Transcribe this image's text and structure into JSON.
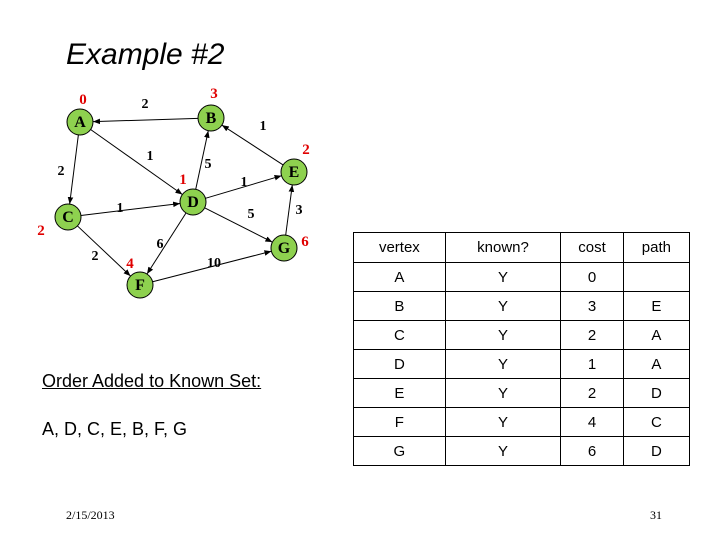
{
  "slide": {
    "title": "Example #2",
    "order_heading": "Order Added to Known Set:",
    "order_list": "A, D, C, E, B, F, G",
    "footer_date": "2/15/2013",
    "footer_page": "31"
  },
  "graph": {
    "node_color": "#8ed14f",
    "cost_color": "#e00000",
    "nodes": [
      {
        "id": "A",
        "cost": "0"
      },
      {
        "id": "B",
        "cost": "3"
      },
      {
        "id": "C",
        "cost": "2"
      },
      {
        "id": "D",
        "cost": "1"
      },
      {
        "id": "E",
        "cost": "2"
      },
      {
        "id": "F",
        "cost": "4"
      },
      {
        "id": "G",
        "cost": "6"
      }
    ],
    "edges": [
      {
        "from": "B",
        "to": "A",
        "weight": "2"
      },
      {
        "from": "A",
        "to": "C",
        "weight": "2"
      },
      {
        "from": "A",
        "to": "D",
        "weight": "1"
      },
      {
        "from": "D",
        "to": "B",
        "weight": "5"
      },
      {
        "from": "E",
        "to": "B",
        "weight": "1"
      },
      {
        "from": "C",
        "to": "D",
        "weight": "1"
      },
      {
        "from": "D",
        "to": "E",
        "weight": "1"
      },
      {
        "from": "D",
        "to": "G",
        "weight": "5"
      },
      {
        "from": "G",
        "to": "E",
        "weight": "3"
      },
      {
        "from": "C",
        "to": "F",
        "weight": "2"
      },
      {
        "from": "D",
        "to": "F",
        "weight": "6"
      },
      {
        "from": "F",
        "to": "G",
        "weight": "10"
      }
    ]
  },
  "table": {
    "headers": [
      "vertex",
      "known?",
      "cost",
      "path"
    ],
    "rows": [
      [
        "A",
        "Y",
        "0",
        ""
      ],
      [
        "B",
        "Y",
        "3",
        "E"
      ],
      [
        "C",
        "Y",
        "2",
        "A"
      ],
      [
        "D",
        "Y",
        "1",
        "A"
      ],
      [
        "E",
        "Y",
        "2",
        "D"
      ],
      [
        "F",
        "Y",
        "4",
        "C"
      ],
      [
        "G",
        "Y",
        "6",
        "D"
      ]
    ]
  }
}
